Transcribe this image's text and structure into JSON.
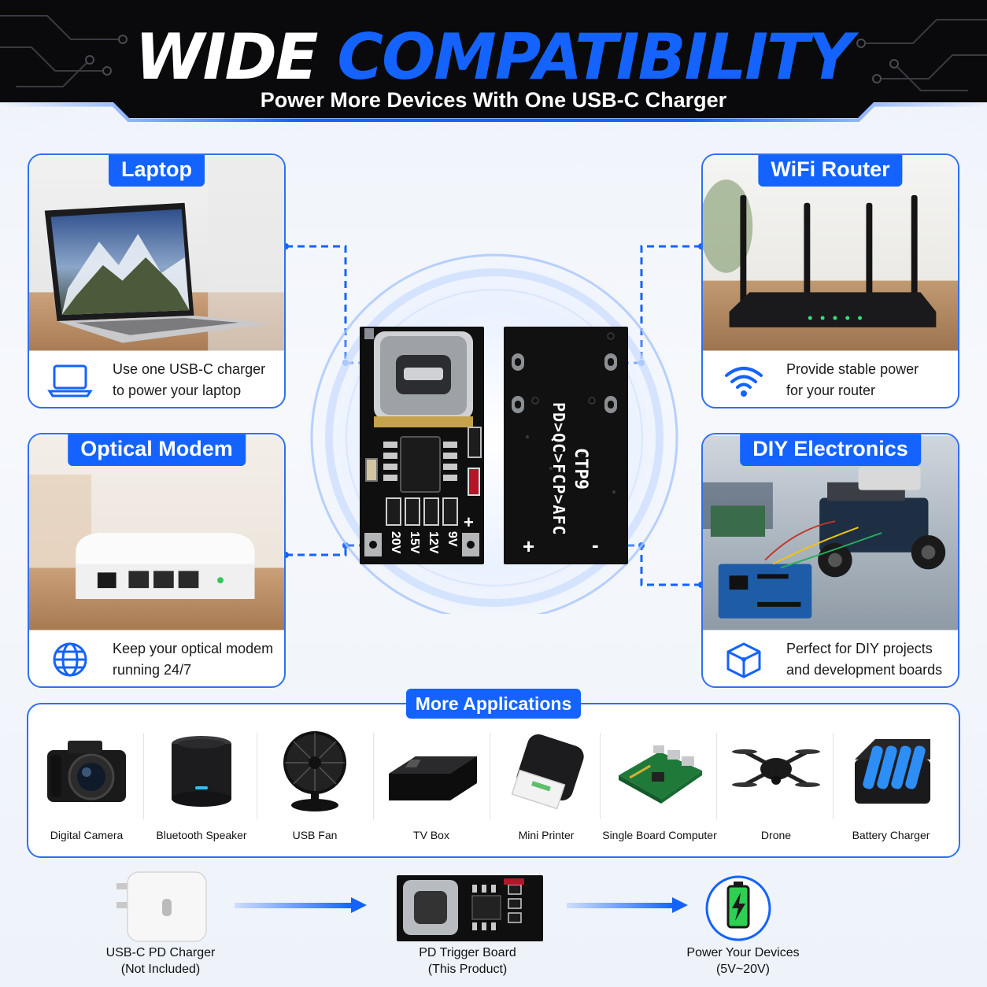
{
  "header": {
    "title_white": "WIDE",
    "title_blue": "COMPATIBILITY",
    "subtitle": "Power More Devices With One USB-C Charger"
  },
  "cards": [
    {
      "id": "laptop",
      "title": "Laptop",
      "icon": "laptop-icon",
      "line1": "Use one USB-C charger",
      "line2": "to power your laptop"
    },
    {
      "id": "router",
      "title": "WiFi Router",
      "icon": "wifi-icon",
      "line1": "Provide stable power",
      "line2": "for your router"
    },
    {
      "id": "modem",
      "title": "Optical Modem",
      "icon": "globe-icon",
      "line1": "Keep your optical modem",
      "line2": "running 24/7"
    },
    {
      "id": "diy",
      "title": "DIY Electronics",
      "icon": "cube-icon",
      "line1": "Perfect for DIY projects",
      "line2": "and development boards"
    }
  ],
  "board": {
    "front_labels": [
      "20V",
      "15V",
      "12V",
      "9V"
    ],
    "back_text": "CTP9",
    "back_protocols": "PD>QC>FCP>AFC",
    "plus": "+",
    "minus": "-"
  },
  "more_apps": {
    "title": "More Applications",
    "items": [
      "Digital Camera",
      "Bluetooth Speaker",
      "USB Fan",
      "TV Box",
      "Mini Printer",
      "Single Board Computer",
      "Drone",
      "Battery Charger"
    ]
  },
  "flow": [
    {
      "line1": "USB-C PD Charger",
      "line2": "(Not Included)"
    },
    {
      "line1": "PD Trigger Board",
      "line2": "(This Product)"
    },
    {
      "line1": "Power Your Devices",
      "line2": "(5V~20V)"
    }
  ],
  "colors": {
    "accent": "#1463ff",
    "border": "#2f6ff3",
    "header_bg": "#0a0a0c"
  }
}
